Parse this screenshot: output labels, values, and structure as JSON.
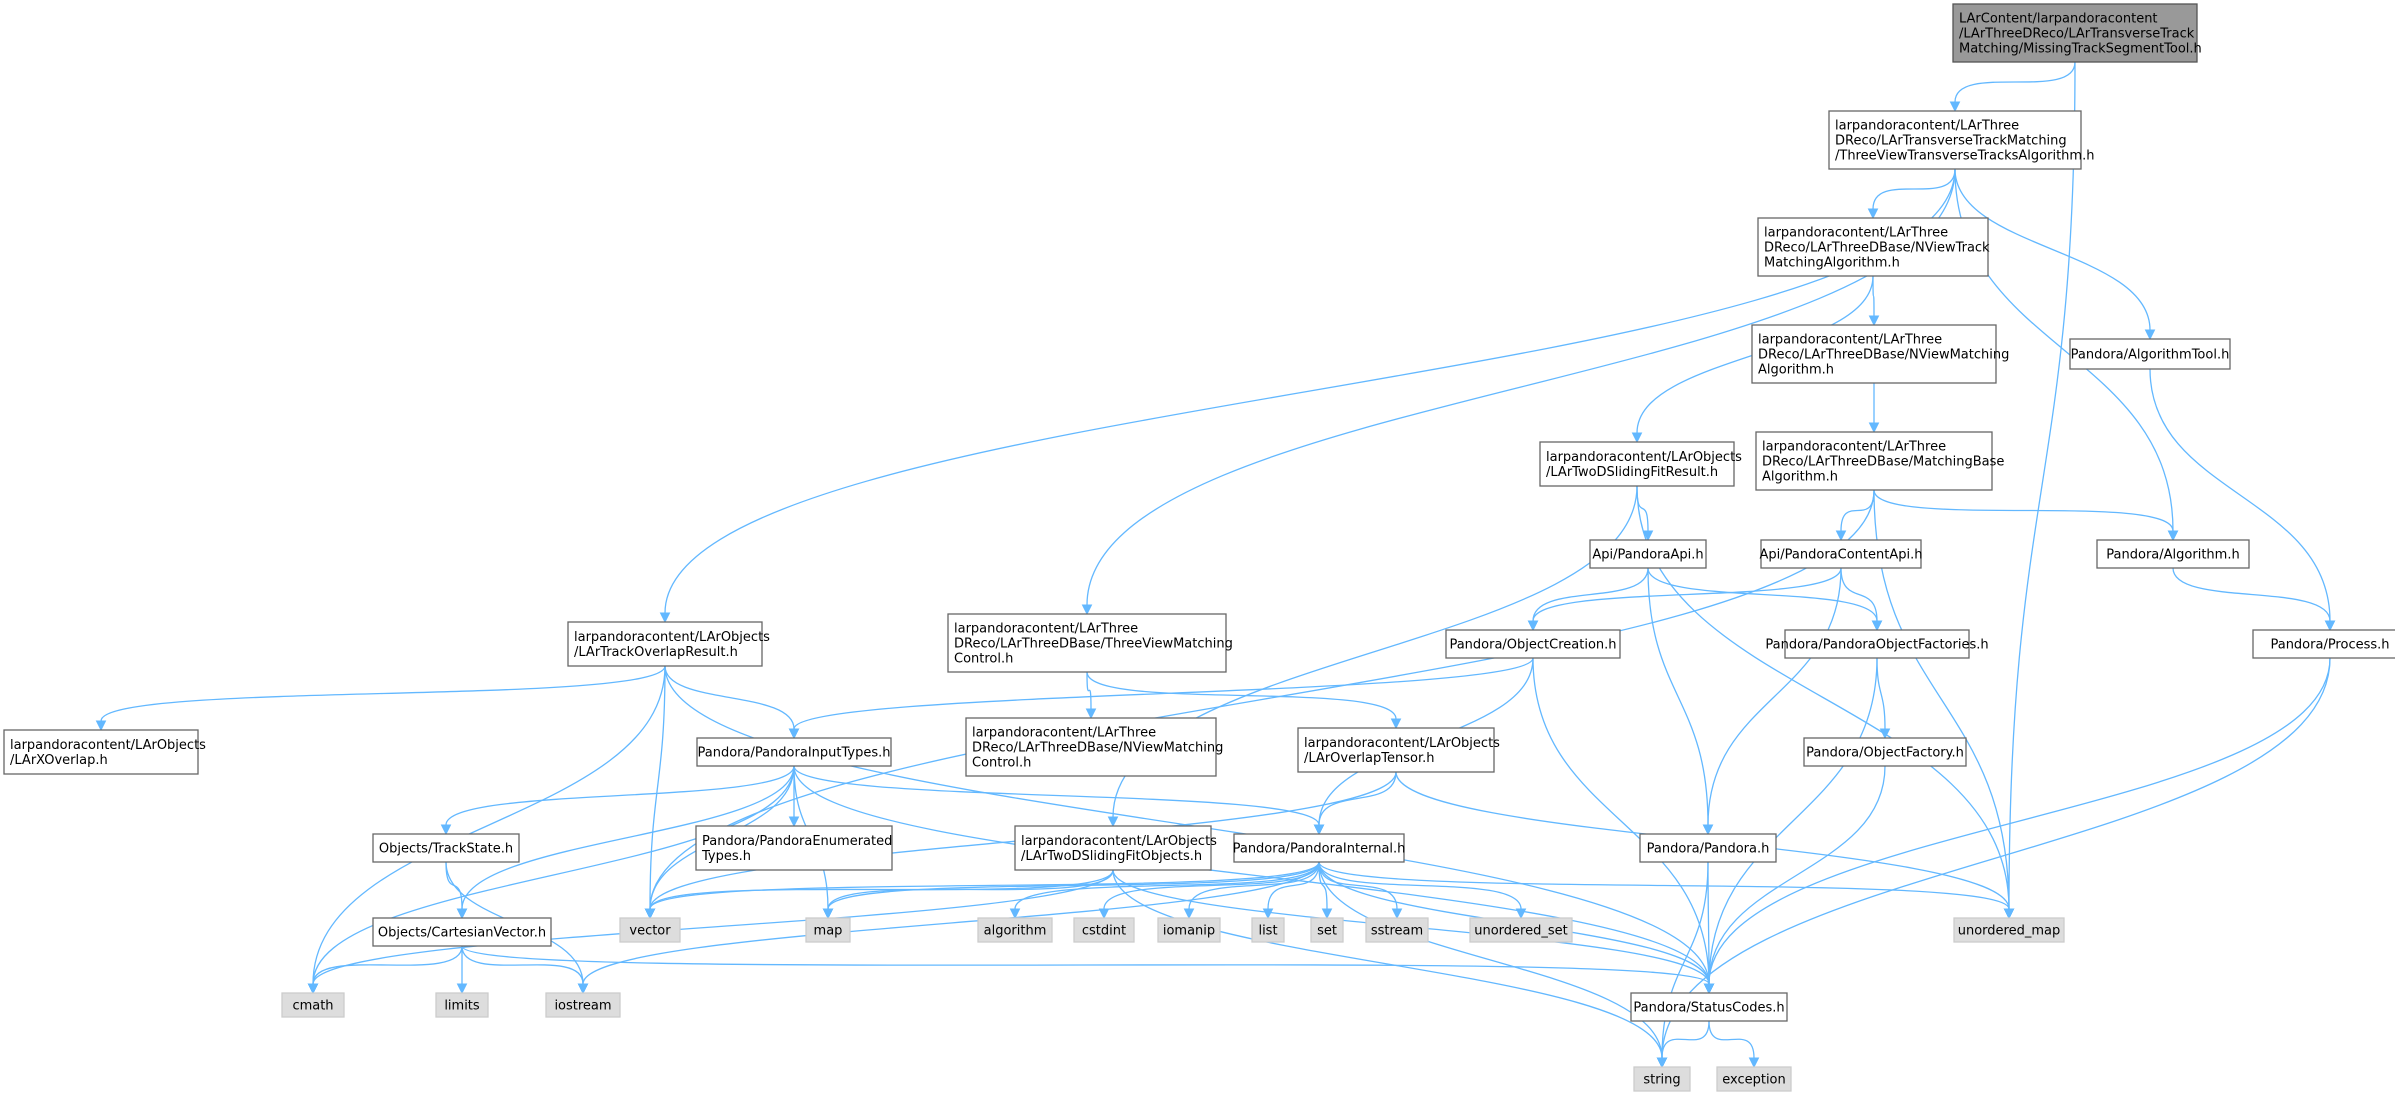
{
  "diagram": {
    "type": "include-dependency-graph",
    "colors": {
      "edge": "#63b8ff",
      "root_fill": "#999999",
      "system_fill": "#dddddd",
      "node_fill": "#ffffff",
      "border": "#666666"
    },
    "nodes": [
      {
        "id": "root",
        "kind": "root",
        "lines": [
          "LArContent/larpandoracontent",
          "/LArThreeDReco/LArTransverseTrack",
          "Matching/MissingTrackSegmentTool.h"
        ]
      },
      {
        "id": "tvtta",
        "kind": "normal",
        "lines": [
          "larpandoracontent/LArThree",
          "DReco/LArTransverseTrackMatching",
          "/ThreeViewTransverseTracksAlgorithm.h"
        ]
      },
      {
        "id": "nvtma",
        "kind": "normal",
        "lines": [
          "larpandoracontent/LArThree",
          "DReco/LArThreeDBase/NViewTrack",
          "MatchingAlgorithm.h"
        ]
      },
      {
        "id": "nvma",
        "kind": "normal",
        "lines": [
          "larpandoracontent/LArThree",
          "DReco/LArThreeDBase/NViewMatching",
          "Algorithm.h"
        ]
      },
      {
        "id": "mba",
        "kind": "normal",
        "lines": [
          "larpandoracontent/LArThree",
          "DReco/LArThreeDBase/MatchingBase",
          "Algorithm.h"
        ]
      },
      {
        "id": "algtool",
        "kind": "normal",
        "lines": [
          "Pandora/AlgorithmTool.h"
        ]
      },
      {
        "id": "tdsfr",
        "kind": "normal",
        "lines": [
          "larpandoracontent/LArObjects",
          "/LArTwoDSlidingFitResult.h"
        ]
      },
      {
        "id": "api",
        "kind": "normal",
        "lines": [
          "Api/PandoraApi.h"
        ]
      },
      {
        "id": "capi",
        "kind": "normal",
        "lines": [
          "Api/PandoraContentApi.h"
        ]
      },
      {
        "id": "alg",
        "kind": "normal",
        "lines": [
          "Pandora/Algorithm.h"
        ]
      },
      {
        "id": "tor",
        "kind": "normal",
        "lines": [
          "larpandoracontent/LArObjects",
          "/LArTrackOverlapResult.h"
        ]
      },
      {
        "id": "tvmc",
        "kind": "normal",
        "lines": [
          "larpandoracontent/LArThree",
          "DReco/LArThreeDBase/ThreeViewMatching",
          "Control.h"
        ]
      },
      {
        "id": "oc",
        "kind": "normal",
        "lines": [
          "Pandora/ObjectCreation.h"
        ]
      },
      {
        "id": "pof",
        "kind": "normal",
        "lines": [
          "Pandora/PandoraObjectFactories.h"
        ]
      },
      {
        "id": "proc",
        "kind": "normal",
        "lines": [
          "Pandora/Process.h"
        ]
      },
      {
        "id": "xo",
        "kind": "normal",
        "lines": [
          "larpandoracontent/LArObjects",
          "/LArXOverlap.h"
        ]
      },
      {
        "id": "pit",
        "kind": "normal",
        "lines": [
          "Pandora/PandoraInputTypes.h"
        ]
      },
      {
        "id": "nvmc",
        "kind": "normal",
        "lines": [
          "larpandoracontent/LArThree",
          "DReco/LArThreeDBase/NViewMatching",
          "Control.h"
        ]
      },
      {
        "id": "ot",
        "kind": "normal",
        "lines": [
          "larpandoracontent/LArObjects",
          "/LArOverlapTensor.h"
        ]
      },
      {
        "id": "of",
        "kind": "normal",
        "lines": [
          "Pandora/ObjectFactory.h"
        ]
      },
      {
        "id": "ts",
        "kind": "normal",
        "lines": [
          "Objects/TrackState.h"
        ]
      },
      {
        "id": "pet",
        "kind": "normal",
        "lines": [
          "Pandora/PandoraEnumerated",
          "Types.h"
        ]
      },
      {
        "id": "tdsfo",
        "kind": "normal",
        "lines": [
          "larpandoracontent/LArObjects",
          "/LArTwoDSlidingFitObjects.h"
        ]
      },
      {
        "id": "pi",
        "kind": "normal",
        "lines": [
          "Pandora/PandoraInternal.h"
        ]
      },
      {
        "id": "pandora",
        "kind": "normal",
        "lines": [
          "Pandora/Pandora.h"
        ]
      },
      {
        "id": "cv",
        "kind": "normal",
        "lines": [
          "Objects/CartesianVector.h"
        ]
      },
      {
        "id": "vector",
        "kind": "sys",
        "lines": [
          "vector"
        ]
      },
      {
        "id": "map",
        "kind": "sys",
        "lines": [
          "map"
        ]
      },
      {
        "id": "algorithm",
        "kind": "sys",
        "lines": [
          "algorithm"
        ]
      },
      {
        "id": "cstdint",
        "kind": "sys",
        "lines": [
          "cstdint"
        ]
      },
      {
        "id": "iomanip",
        "kind": "sys",
        "lines": [
          "iomanip"
        ]
      },
      {
        "id": "list",
        "kind": "sys",
        "lines": [
          "list"
        ]
      },
      {
        "id": "set",
        "kind": "sys",
        "lines": [
          "set"
        ]
      },
      {
        "id": "sstream",
        "kind": "sys",
        "lines": [
          "sstream"
        ]
      },
      {
        "id": "uset",
        "kind": "sys",
        "lines": [
          "unordered_set"
        ]
      },
      {
        "id": "umap",
        "kind": "sys",
        "lines": [
          "unordered_map"
        ]
      },
      {
        "id": "cmath",
        "kind": "sys",
        "lines": [
          "cmath"
        ]
      },
      {
        "id": "limits",
        "kind": "sys",
        "lines": [
          "limits"
        ]
      },
      {
        "id": "iostream",
        "kind": "sys",
        "lines": [
          "iostream"
        ]
      },
      {
        "id": "sc",
        "kind": "normal",
        "lines": [
          "Pandora/StatusCodes.h"
        ]
      },
      {
        "id": "string",
        "kind": "sys",
        "lines": [
          "string"
        ]
      },
      {
        "id": "exception",
        "kind": "sys",
        "lines": [
          "exception"
        ]
      }
    ],
    "edges": [
      [
        "root",
        "tvtta"
      ],
      [
        "root",
        "umap"
      ],
      [
        "tvtta",
        "nvtma"
      ],
      [
        "tvtta",
        "algtool"
      ],
      [
        "tvtta",
        "alg"
      ],
      [
        "tvtta",
        "tor"
      ],
      [
        "tvtta",
        "tvmc"
      ],
      [
        "nvtma",
        "nvma"
      ],
      [
        "nvtma",
        "tdsfr"
      ],
      [
        "nvma",
        "mba"
      ],
      [
        "mba",
        "capi"
      ],
      [
        "mba",
        "alg"
      ],
      [
        "mba",
        "umap"
      ],
      [
        "mba",
        "vector"
      ],
      [
        "algtool",
        "proc"
      ],
      [
        "tdsfr",
        "api"
      ],
      [
        "tdsfr",
        "tdsfo"
      ],
      [
        "tdsfr",
        "umap"
      ],
      [
        "api",
        "oc"
      ],
      [
        "api",
        "pof"
      ],
      [
        "api",
        "pandora"
      ],
      [
        "capi",
        "oc"
      ],
      [
        "capi",
        "pof"
      ],
      [
        "capi",
        "pandora"
      ],
      [
        "alg",
        "proc"
      ],
      [
        "proc",
        "sc"
      ],
      [
        "proc",
        "string"
      ],
      [
        "tor",
        "xo"
      ],
      [
        "tor",
        "pit"
      ],
      [
        "tor",
        "vector"
      ],
      [
        "tor",
        "cmath"
      ],
      [
        "tor",
        "sc"
      ],
      [
        "tvmc",
        "nvmc"
      ],
      [
        "tvmc",
        "ot"
      ],
      [
        "oc",
        "pit"
      ],
      [
        "oc",
        "pi"
      ],
      [
        "oc",
        "sc"
      ],
      [
        "pof",
        "of"
      ],
      [
        "pof",
        "sc"
      ],
      [
        "of",
        "sc"
      ],
      [
        "pit",
        "ts"
      ],
      [
        "pit",
        "pet"
      ],
      [
        "pit",
        "cv"
      ],
      [
        "pit",
        "vector"
      ],
      [
        "pit",
        "cmath"
      ],
      [
        "pit",
        "pi"
      ],
      [
        "pit",
        "sc"
      ],
      [
        "pit",
        "map"
      ],
      [
        "ot",
        "vector"
      ],
      [
        "ot",
        "pi"
      ],
      [
        "ot",
        "umap"
      ],
      [
        "ts",
        "cv"
      ],
      [
        "ts",
        "iostream"
      ],
      [
        "tdsfo",
        "vector"
      ],
      [
        "tdsfo",
        "map"
      ],
      [
        "tdsfo",
        "cmath"
      ],
      [
        "tdsfo",
        "sc"
      ],
      [
        "tdsfo",
        "string"
      ],
      [
        "pi",
        "vector"
      ],
      [
        "pi",
        "map"
      ],
      [
        "pi",
        "algorithm"
      ],
      [
        "pi",
        "cstdint"
      ],
      [
        "pi",
        "iomanip"
      ],
      [
        "pi",
        "list"
      ],
      [
        "pi",
        "set"
      ],
      [
        "pi",
        "sstream"
      ],
      [
        "pi",
        "uset"
      ],
      [
        "pi",
        "umap"
      ],
      [
        "pi",
        "string"
      ],
      [
        "pi",
        "iostream"
      ],
      [
        "pi",
        "sc"
      ],
      [
        "pandora",
        "sc"
      ],
      [
        "pandora",
        "string"
      ],
      [
        "cv",
        "cmath"
      ],
      [
        "cv",
        "limits"
      ],
      [
        "cv",
        "iostream"
      ],
      [
        "cv",
        "sc"
      ],
      [
        "sc",
        "string"
      ],
      [
        "sc",
        "exception"
      ]
    ]
  }
}
